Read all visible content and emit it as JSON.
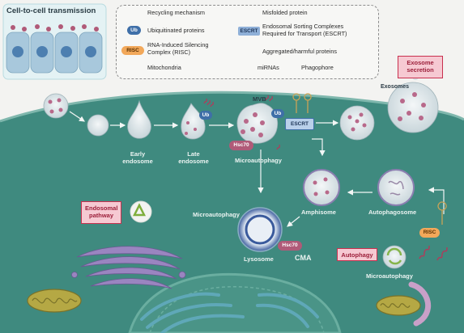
{
  "cell_to_cell": {
    "title": "Cell-to-cell transmission"
  },
  "legend": {
    "recycling": "Recycling mechanism",
    "ubiquitinated": "Ubiquitinated proteins",
    "risc": "RNA-Induced Silencing Complex (RISC)",
    "mitochondria": "Mitochondria",
    "misfolded": "Misfolded protein",
    "escrt": "Endosomal Sorting Complexes Required for Transport (ESCRT)",
    "aggregated": "Aggregated/harmful proteins",
    "mirnas": "miRNAs",
    "phagophore": "Phagophore"
  },
  "tags": {
    "ub": "Ub",
    "risc": "RISC",
    "escrt": "ESCRT",
    "hsc70": "Hsc70"
  },
  "labels": {
    "exosome_secretion": "Exosome secretion",
    "exosomes": "Exosomes",
    "mvb": "MVB",
    "early_endosome": "Early endosome",
    "late_endosome": "Late endosome",
    "microautophagy_top": "Microautophagy",
    "endosomal_pathway": "Endosomal pathway",
    "amphisome": "Amphisome",
    "autophagosome": "Autophagosome",
    "microautophagy_left": "Microautophagy",
    "lysosome": "Lysosome",
    "cma": "CMA",
    "autophagy": "Autophagy",
    "microautophagy_right": "Microautophagy"
  },
  "colors": {
    "cytoplasm": "#3f8a7f",
    "cytoplasm_light": "#5fa598",
    "vesicle": "#dfe7ea",
    "cargo": "#b8698a",
    "box_border": "#c8304f",
    "box_fill": "#f6c9d2",
    "lysosome": "#3a5a9c"
  }
}
